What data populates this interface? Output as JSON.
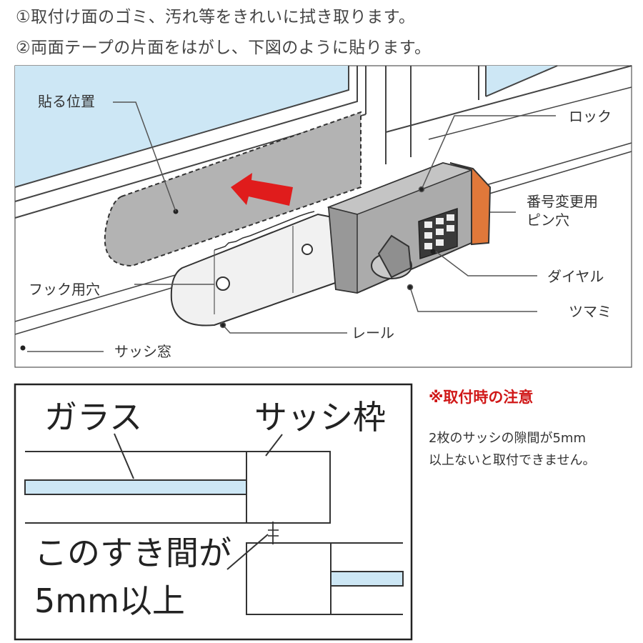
{
  "steps": {
    "step1": "①取付け面のゴミ、汚れ等をきれいに拭き取ります。",
    "step2": "②両面テープの片面をはがし、下図のように貼ります。"
  },
  "illustration": {
    "label_paste_position": "貼る位置",
    "label_lock": "ロック",
    "label_pin_hole_1": "番号変更用",
    "label_pin_hole_2": "ピン穴",
    "label_dial": "ダイヤル",
    "label_knob": "ツマミ",
    "label_hook_hole": "フック用穴",
    "label_rail": "レール",
    "label_sash_window": "サッシ窓",
    "colors": {
      "glass": "#cde7f5",
      "lock_body": "#ababab",
      "orange_cap": "#e0783a",
      "arrow": "#e01c1c",
      "paste_area": "#b3b3b3"
    }
  },
  "diagram": {
    "label_glass": "ガラス",
    "label_sash_frame": "サッシ枠",
    "label_gap_1": "このすき間が",
    "label_gap_2": "5mm以上"
  },
  "note": {
    "title": "※取付時の注意",
    "line1": "2枚のサッシの隙間が5mm",
    "line2": "以上ないと取付できません。"
  }
}
